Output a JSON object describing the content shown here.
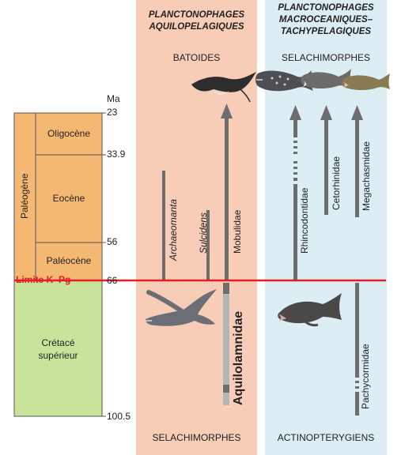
{
  "time_scale": {
    "unit_label": "Ma",
    "ticks": [
      "23",
      "33.9",
      "56",
      "66",
      "100.5"
    ],
    "era_label": "Paléogène",
    "epochs": [
      "Oligocène",
      "Eocène",
      "Paléocène"
    ],
    "cretaceous_label_line1": "Crétacé",
    "cretaceous_label_line2": "supérieur",
    "boundary_label": "Limite K–Pg"
  },
  "columns": {
    "aquilo": {
      "heading_line1": "PLANCTONOPHAGES",
      "heading_line2": "AQUILOPELAGIQUES",
      "top_group": "BATOIDES",
      "bottom_group": "SELACHIMORPHES",
      "taxa": [
        "Archaeomanta",
        "Sulcidens",
        "Mobulidae"
      ],
      "cretaceous_taxon": "Aquilolamnidae"
    },
    "macro": {
      "heading_line1": "PLANCTONOPHAGES",
      "heading_line2": "MACROCEANIQUES–",
      "heading_line3": "TACHYPELAGIQUES",
      "top_group": "SELACHIMORPHES",
      "bottom_group": "ACTINOPTERYGIENS",
      "taxa": [
        "Rhincodontidae",
        "Cetorhinidae",
        "Megachasmidae"
      ],
      "cretaceous_taxon": "Pachycormidae"
    }
  },
  "colors": {
    "aquilo_bg": "#f8cdb8",
    "macro_bg": "#dcedf4",
    "paleogene": "#f5b872",
    "cretaceous": "#c9e39b",
    "boundary": "#e41e26",
    "bar": "#6d6d6d"
  }
}
